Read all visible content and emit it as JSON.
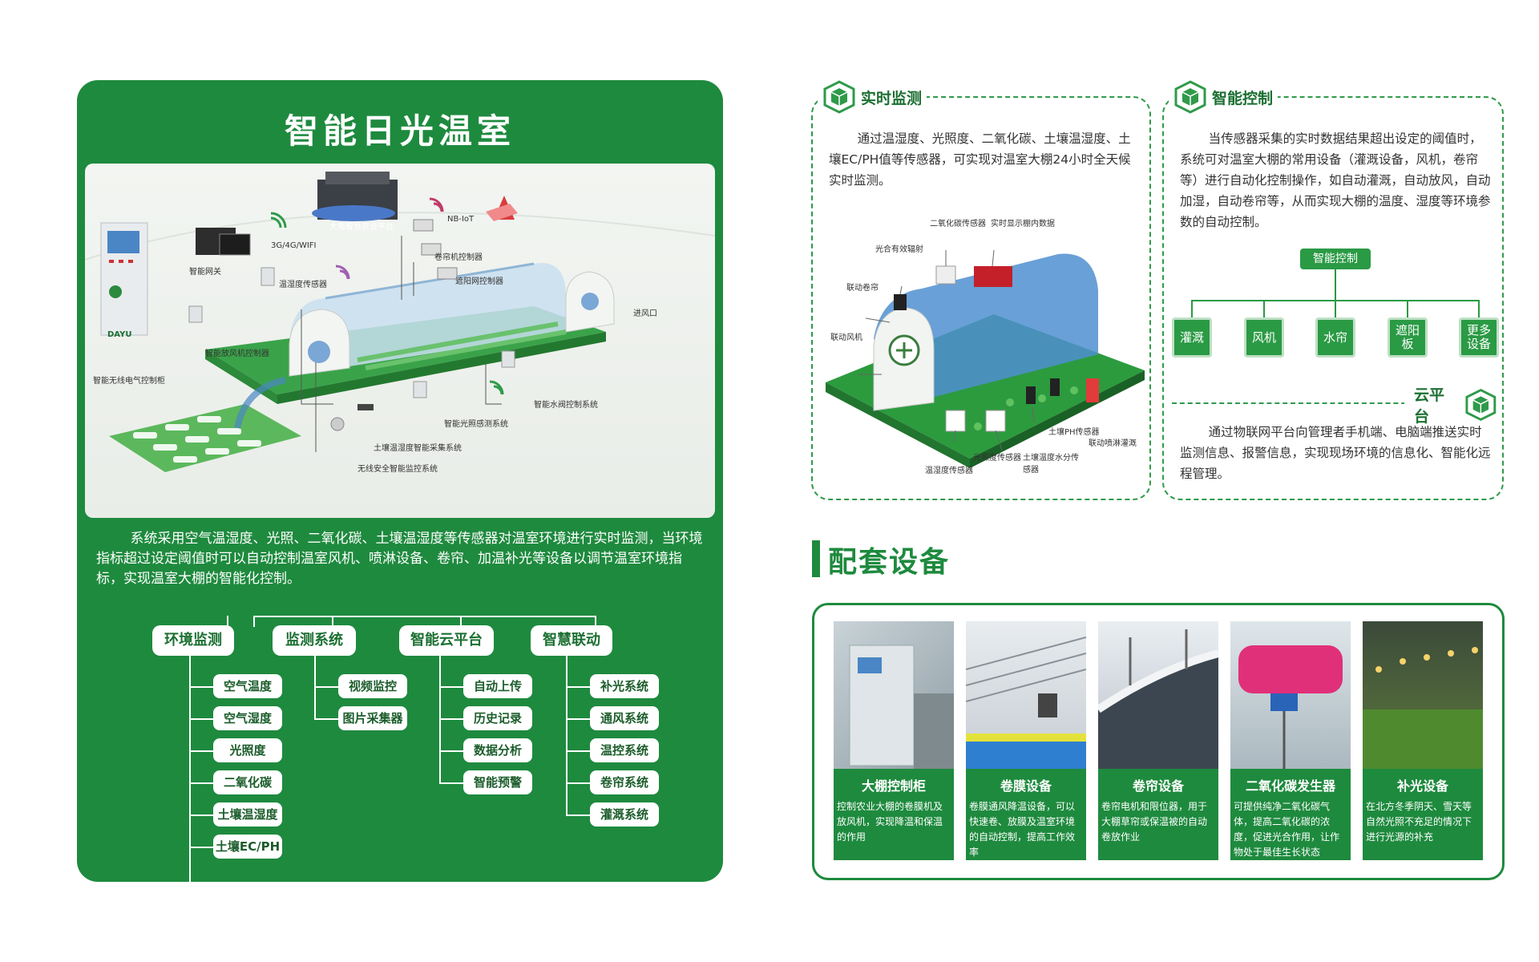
{
  "left": {
    "title": "智能日光温室",
    "diagram_labels": {
      "platform": "大禹智慧农业平台",
      "network": "3G/4G/WIFI",
      "nbiot": "NB-IoT",
      "gateway": "智能网关",
      "cabinet": "智能无线电气控制柜",
      "cabinet_brand": "DAYU",
      "temp_hum_sensor": "温湿度传感器",
      "curtain_ctrl": "卷帘机控制器",
      "shade_ctrl": "遮阳网控制器",
      "air_inlet": "进风口",
      "fan_ctrl": "智能放风机控制器",
      "water_valve": "智能水阀控制系统",
      "light_sensor": "智能光照感测系统",
      "soil_sensor": "土壤温湿度智能采集系统",
      "camera": "无线安全智能监控系统"
    },
    "description": "系统采用空气温湿度、光照、二氧化碳、土壤温湿度等传感器对温室环境进行实时监测，当环境指标超过设定阈值时可以自动控制温室风机、喷淋设备、卷帘、加温补光等设备以调节温室环境指标，实现温室大棚的智能化控制。",
    "tree": [
      {
        "label": "环境监测",
        "items": [
          "空气温度",
          "空气湿度",
          "光照度",
          "二氧化碳",
          "土壤温湿度",
          "土壤EC/PH"
        ]
      },
      {
        "label": "监测系统",
        "items": [
          "视频监控",
          "图片采集器"
        ]
      },
      {
        "label": "智能云平台",
        "items": [
          "自动上传",
          "历史记录",
          "数据分析",
          "智能预警"
        ]
      },
      {
        "label": "智慧联动",
        "items": [
          "补光系统",
          "通风系统",
          "温控系统",
          "卷帘系统",
          "灌溉系统"
        ]
      }
    ]
  },
  "monitor": {
    "title": "实时监测",
    "text": "通过温湿度、光照度、二氧化碳、土壤温湿度、土壤EC/PH值等传感器，可实现对温室大棚24小时全天候实时监测。",
    "labels": {
      "co2": "二氧化碳传感器",
      "display": "实时显示棚内数据",
      "par": "光合有效辐射",
      "curtain": "联动卷帘",
      "fan": "联动风机",
      "soil_ph": "土壤PH传感器",
      "spray": "联动喷淋灌溉",
      "light": "光照度传感器",
      "soil_moist": "土壤温度水分传感器",
      "temp_hum": "温湿度传感器"
    }
  },
  "control": {
    "title": "智能控制",
    "text": "当传感器采集的实时数据结果超出设定的阈值时，系统可对温室大棚的常用设备（灌溉设备，风机，卷帘等）进行自动化控制操作，如自动灌溉，自动放风，自动加湿，自动卷帘等，从而实现大棚的温度、湿度等环境参数的自动控制。",
    "root": "智能控制",
    "leaves": [
      "灌溉",
      "风机",
      "水帘",
      "遮阳板",
      "更多设备"
    ],
    "cloud_title": "云平台",
    "cloud_text": "通过物联网平台向管理者手机端、电脑端推送实时监测信息、报警信息，实现现场环境的信息化、智能化远程管理。"
  },
  "equipment": {
    "title": "配套设备",
    "items": [
      {
        "name": "大棚控制柜",
        "desc": "控制农业大棚的卷膜机及放风机，实现降温和保温的作用"
      },
      {
        "name": "卷膜设备",
        "desc": "卷膜通风降温设备，可以快速卷、放膜及温室环境的自动控制，提高工作效率"
      },
      {
        "name": "卷帘设备",
        "desc": "卷帘电机和限位器，用于大棚草帘或保温被的自动卷放作业"
      },
      {
        "name": "二氧化碳发生器",
        "desc": "可提供纯净二氧化碳气体，提高二氧化碳的浓度，促进光合作用，让作物处于最佳生长状态"
      },
      {
        "name": "补光设备",
        "desc": "在北方冬季阴天、雪天等自然光照不充足的情况下进行光源的补充"
      }
    ]
  },
  "colors": {
    "brand_green": "#1e8a3e",
    "light_green": "#2a9a44"
  }
}
